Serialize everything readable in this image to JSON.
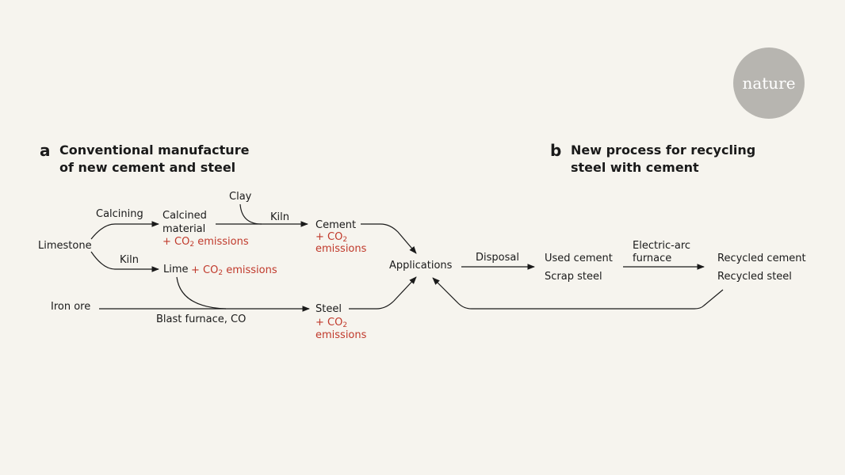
{
  "logo": "nature",
  "panel_a": {
    "letter": "a",
    "title_line1": "Conventional manufacture",
    "title_line2": "of new cement and steel"
  },
  "panel_b": {
    "letter": "b",
    "title_line1": "New process for recycling",
    "title_line2": "steel with cement"
  },
  "nodes": {
    "limestone": "Limestone",
    "calcined_line1": "Calcined",
    "calcined_line2": "material",
    "lime": "Lime",
    "clay": "Clay",
    "cement": "Cement",
    "iron_ore": "Iron ore",
    "steel": "Steel",
    "applications": "Applications",
    "used_cement": "Used cement",
    "scrap_steel": "Scrap steel",
    "recycled_cement": "Recycled cement",
    "recycled_steel": "Recycled steel"
  },
  "processes": {
    "calcining": "Calcining",
    "kiln_lime": "Kiln",
    "kiln_cement": "Kiln",
    "blast_furnace": "Blast furnace, CO",
    "disposal": "Disposal",
    "electric_arc_line1": "Electric-arc",
    "electric_arc_line2": "furnace"
  },
  "emissions": {
    "plus_co": "+ CO",
    "sub": "2",
    "word": "emissions"
  },
  "colors": {
    "emission_red": "#c0392b",
    "background": "#f6f4ee",
    "logo_grey": "#b7b5b0"
  }
}
